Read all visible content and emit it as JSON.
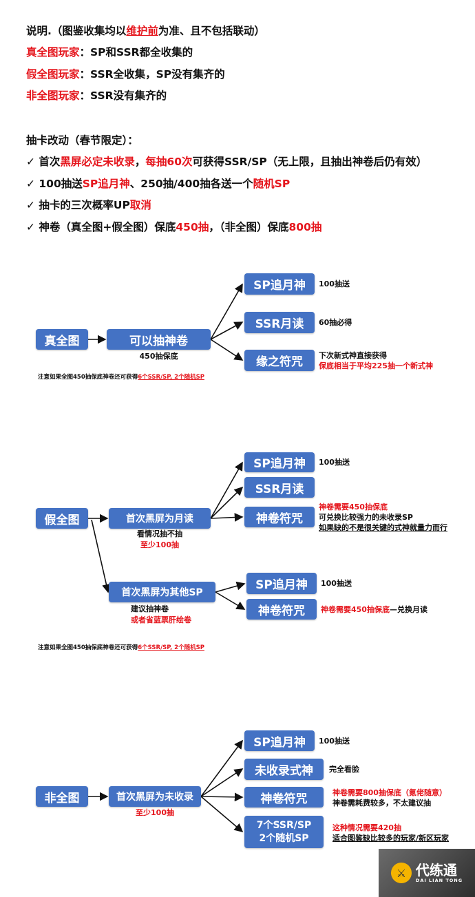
{
  "intro": {
    "line1": [
      {
        "t": "说明.（图鉴收集均以"
      },
      {
        "t": "维护前",
        "red": true,
        "ul": true
      },
      {
        "t": "为准、且不包括联动）"
      }
    ],
    "line2": [
      {
        "t": "真全图玩家",
        "red": true
      },
      {
        "t": "：SP和SSR都全收集的"
      }
    ],
    "line3": [
      {
        "t": "假全图玩家",
        "red": true
      },
      {
        "t": "：SSR全收集，SP没有集齐的"
      }
    ],
    "line4": [
      {
        "t": "非全图玩家",
        "red": true
      },
      {
        "t": "：SSR没有集齐的"
      }
    ]
  },
  "changes": {
    "title": "抽卡改动（春节限定）：",
    "items": [
      [
        {
          "t": "✓ 首次"
        },
        {
          "t": "黑屏必定未收录",
          "red": true
        },
        {
          "t": "，"
        },
        {
          "t": "每抽60次",
          "red": true
        },
        {
          "t": "可获得SSR/SP（无上限，且抽出神卷后仍有效）"
        }
      ],
      [
        {
          "t": "✓ 100抽送"
        },
        {
          "t": "SP追月神",
          "red": true
        },
        {
          "t": "、250抽/400抽各送一个"
        },
        {
          "t": "随机SP",
          "red": true
        }
      ],
      [
        {
          "t": "✓ 抽卡的三次概率UP"
        },
        {
          "t": "取消",
          "red": true
        }
      ],
      [
        {
          "t": "✓ 神卷（真全图+假全图）保底"
        },
        {
          "t": "450抽",
          "red": true
        },
        {
          "t": "，（非全图）保底"
        },
        {
          "t": "800抽",
          "red": true
        }
      ]
    ]
  },
  "d1": {
    "root": "真全图",
    "mid": "可以抽神卷",
    "mid_caption": "450抽保底",
    "b1": "SP追月神",
    "n1": "100抽送",
    "b2": "SSR月读",
    "n2": "60抽必得",
    "b3": "缘之符咒",
    "n3a": "下次新式神直接获得",
    "n3b": "保底相当于平均225抽一个新式神",
    "foot_a": "注意如果全图450抽保底神卷还可获得",
    "foot_b": "6个SSR/SP, 2个随机SP"
  },
  "d2": {
    "root": "假全图",
    "midA": "首次黑屏为月读",
    "midA_cap1": "看情况抽不抽",
    "midA_cap2": "至少100抽",
    "a1": "SP追月神",
    "an1": "100抽送",
    "a2": "SSR月读",
    "a3": "神卷符咒",
    "an3a": "神卷需要450抽保底",
    "an3b": "可兑换比较强力的未收录SP",
    "an3c": "如果缺的不是很关键的式神就量力而行",
    "midB": "首次黑屏为其他SP",
    "midB_cap1": "建议抽神卷",
    "midB_cap2": "或者省蓝票肝绘卷",
    "b1": "SP追月神",
    "bn1": "100抽送",
    "b2": "神卷符咒",
    "bn2a": "神卷需要450抽保底",
    "bn2b": "—兑换月读",
    "foot_a": "注意如果全图450抽保底神卷还可获得",
    "foot_b": "6个SSR/SP, 2个随机SP"
  },
  "d3": {
    "root": "非全图",
    "mid": "首次黑屏为未收录",
    "mid_cap": "至少100抽",
    "b1": "SP追月神",
    "n1": "100抽送",
    "b2": "未收录式神",
    "n2": "完全看脸",
    "b3": "神卷符咒",
    "n3a": "神卷需要800抽保底（氪佬随意）",
    "n3b": "神卷需耗费较多，不太建议抽",
    "b4a": "7个SSR/SP",
    "b4b": "2个随机SP",
    "n4a": "这种情况需要420抽",
    "n4b": "适合图鉴缺比较多的玩家/新区玩家"
  },
  "watermark": {
    "cn": "代练通",
    "en": "DAI LIAN TONG"
  }
}
